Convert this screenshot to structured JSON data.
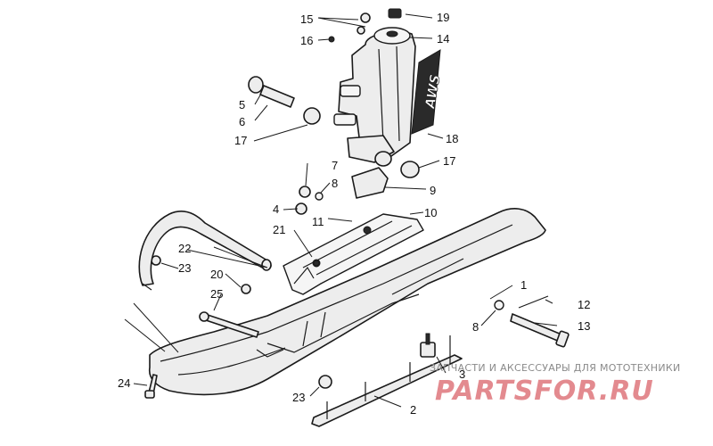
{
  "decal_text": "AWS",
  "watermark": {
    "caption": "ЗАПЧАСТИ И АКСЕССУАРЫ ДЛЯ МОТОТЕХНИКИ",
    "brand": "PARTSFOR.RU"
  },
  "callouts": {
    "c1": "1",
    "c2": "2",
    "c3": "3",
    "c4": "4",
    "c5": "5",
    "c6": "6",
    "c7": "7",
    "c8a": "8",
    "c8b": "8",
    "c9": "9",
    "c10": "10",
    "c11": "11",
    "c12": "12",
    "c13": "13",
    "c14": "14",
    "c15": "15",
    "c16": "16",
    "c17a": "17",
    "c17b": "17",
    "c18": "18",
    "c19": "19",
    "c20": "20",
    "c21": "21",
    "c22": "22",
    "c23a": "23",
    "c23b": "23",
    "c24": "24",
    "c25": "25"
  }
}
